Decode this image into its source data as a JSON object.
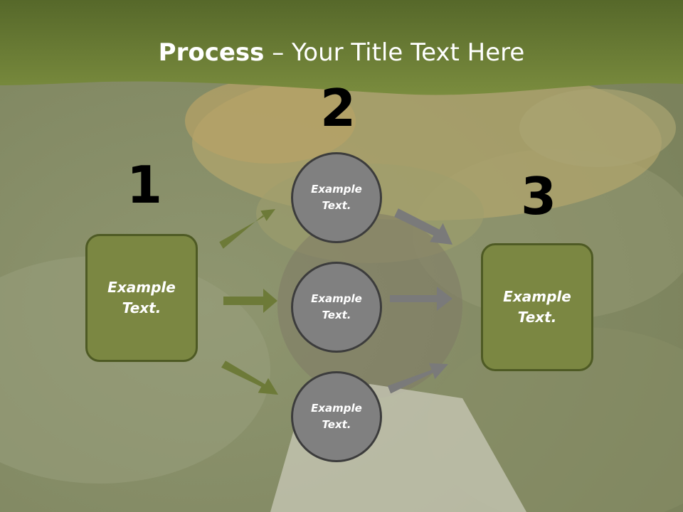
{
  "title": {
    "bold": "Process",
    "dash": " – ",
    "rest": "Your Title Text Here"
  },
  "steps": [
    {
      "number": "1",
      "text_line1": "Example",
      "text_line2": "Text."
    },
    {
      "number": "2"
    },
    {
      "number": "3",
      "text_line1": "Example",
      "text_line2": "Text."
    }
  ],
  "circles": [
    {
      "text_line1": "Example",
      "text_line2": "Text."
    },
    {
      "text_line1": "Example",
      "text_line2": "Text."
    },
    {
      "text_line1": "Example",
      "text_line2": "Text."
    }
  ],
  "colors": {
    "header": "#6f7f35",
    "box_fill": "#7b8742",
    "box_border": "#4e5a24",
    "circle_fill": "#808080",
    "circle_border": "#3c3c3c",
    "arrow_green": "#6d7a38",
    "arrow_gray": "#7a7a7a"
  }
}
